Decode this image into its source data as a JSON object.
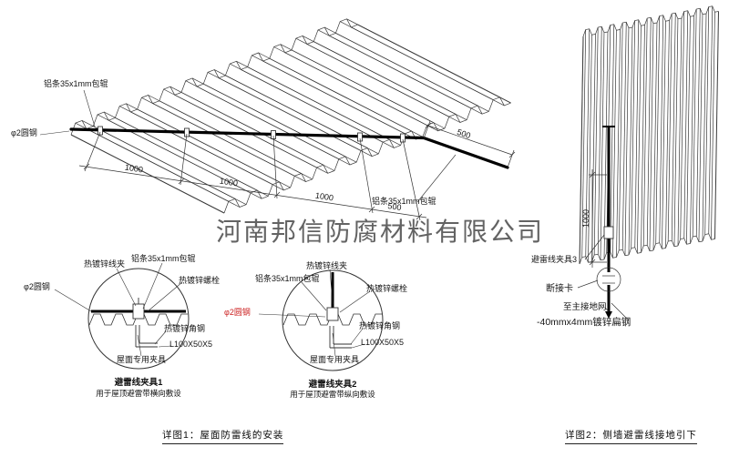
{
  "watermark": "河南邦信防腐材料有限公司",
  "figure1": {
    "caption": "详图1：屋面防雷线的安装",
    "roof": {
      "label_strip_top": "铝条35x1mm包辊",
      "label_rod": "φ2圆钢",
      "label_strip_right": "铝条35x1mm包辊",
      "dims_bottom": [
        "1000",
        "1000",
        "1000",
        "500"
      ],
      "dim_right": "500"
    },
    "detail1": {
      "title": "避雷线夹具1",
      "subtitle": "用于屋顶避雷带横向敷设",
      "label_wire_clip": "热镀锌线夹",
      "label_strip": "铝条35x1mm包辊",
      "label_bolt": "热镀锌螺栓",
      "label_rod": "φ2圆钢",
      "label_angle": "热镀锌角钢",
      "label_angle_size": "L100X50X5",
      "label_fixture": "屋面专用夹具"
    },
    "detail2": {
      "title": "避雷线夹具2",
      "subtitle": "用于屋顶避雷带纵向敷设",
      "label_strip": "铝条35x1mm包辊",
      "label_wire_clip": "热镀锌线夹",
      "label_bolt": "热镀锌螺栓",
      "label_rod": "φ2圆钢",
      "label_angle": "热镀锌角钢",
      "label_angle_size": "L100X50X5",
      "label_fixture": "屋面专用夹具"
    }
  },
  "figure2": {
    "caption": "详图2：侧墙避雷线接地引下",
    "label_clamp": "避雷线夹具3",
    "label_disconnect": "断接卡",
    "label_to_ground": "至主接地网",
    "label_flat_steel": "-40mmx4mm镀锌扁钢",
    "dim_height": "1000"
  },
  "colors": {
    "line": "#3a3a3a",
    "wire": "#000000",
    "accent_red": "#cc2222",
    "watermark_gray": "#484848"
  }
}
